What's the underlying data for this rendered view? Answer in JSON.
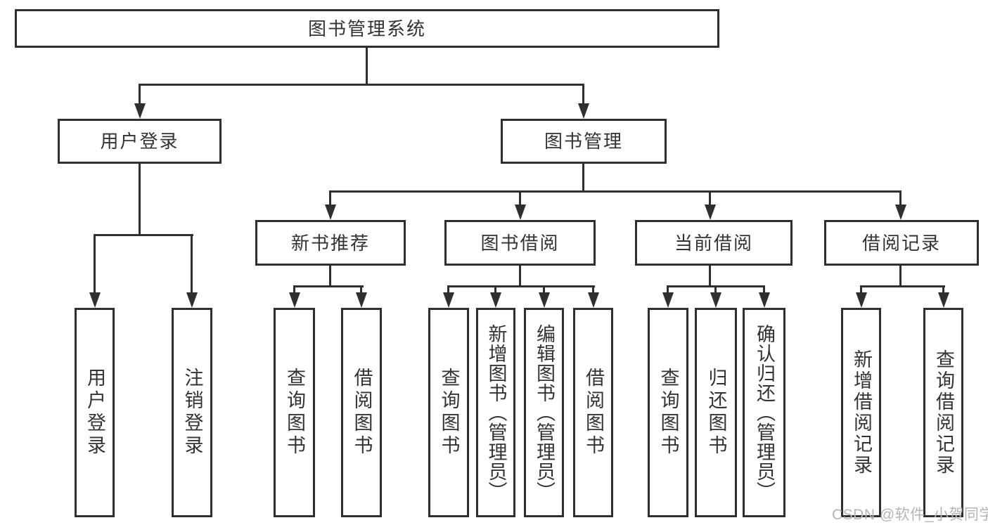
{
  "diagram": {
    "root": {
      "label": "图书管理系统"
    },
    "level2": {
      "user_login": {
        "label": "用户登录"
      },
      "book_mgmt": {
        "label": "图书管理"
      }
    },
    "level3": {
      "new_book_rec": {
        "label": "新书推荐"
      },
      "book_borrow": {
        "label": "图书借阅"
      },
      "current_borrow": {
        "label": "当前借阅"
      },
      "borrow_records": {
        "label": "借阅记录"
      }
    },
    "level4": {
      "user_login_leaf": {
        "label": "用户登录"
      },
      "logout_leaf": {
        "label": "注销登录"
      },
      "rec_query_books": {
        "label": "查询图书"
      },
      "rec_borrow_books": {
        "label": "借阅图书"
      },
      "bb_query_books": {
        "label": "查询图书"
      },
      "bb_add_books_admin": {
        "label": "新增图书（管理员）"
      },
      "bb_edit_books_admin": {
        "label": "编辑图书（管理员）"
      },
      "bb_borrow_books": {
        "label": "借阅图书"
      },
      "cb_query_books": {
        "label": "查询图书"
      },
      "cb_return_books": {
        "label": "归还图书"
      },
      "cb_confirm_return_admin": {
        "label": "确认归还（管理员）"
      },
      "br_add_record": {
        "label": "新增借阅记录"
      },
      "br_query_record": {
        "label": "查询借阅记录"
      }
    }
  },
  "watermark": {
    "text": "CSDN @软件_小贺同学"
  },
  "colors": {
    "line": "#2f2f2f",
    "text": "#333333",
    "watermark_text": "#b5b5b5",
    "background": "#ffffff"
  }
}
